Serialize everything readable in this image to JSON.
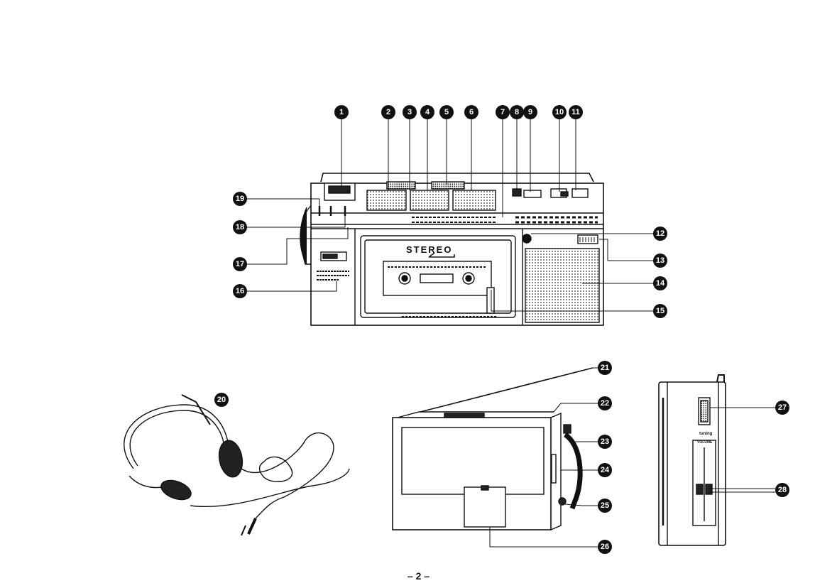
{
  "callouts": [
    "1",
    "2",
    "3",
    "4",
    "5",
    "6",
    "7",
    "8",
    "9",
    "10",
    "11",
    "12",
    "13",
    "14",
    "15",
    "16",
    "17",
    "18",
    "19",
    "20",
    "21",
    "22",
    "23",
    "24",
    "25",
    "26",
    "27",
    "28"
  ],
  "front": {
    "stereo_label": "STEREO",
    "tuning_label": "tuning",
    "volume_label": "VOLUME"
  },
  "footer": {
    "page_number": "– 2 –"
  }
}
